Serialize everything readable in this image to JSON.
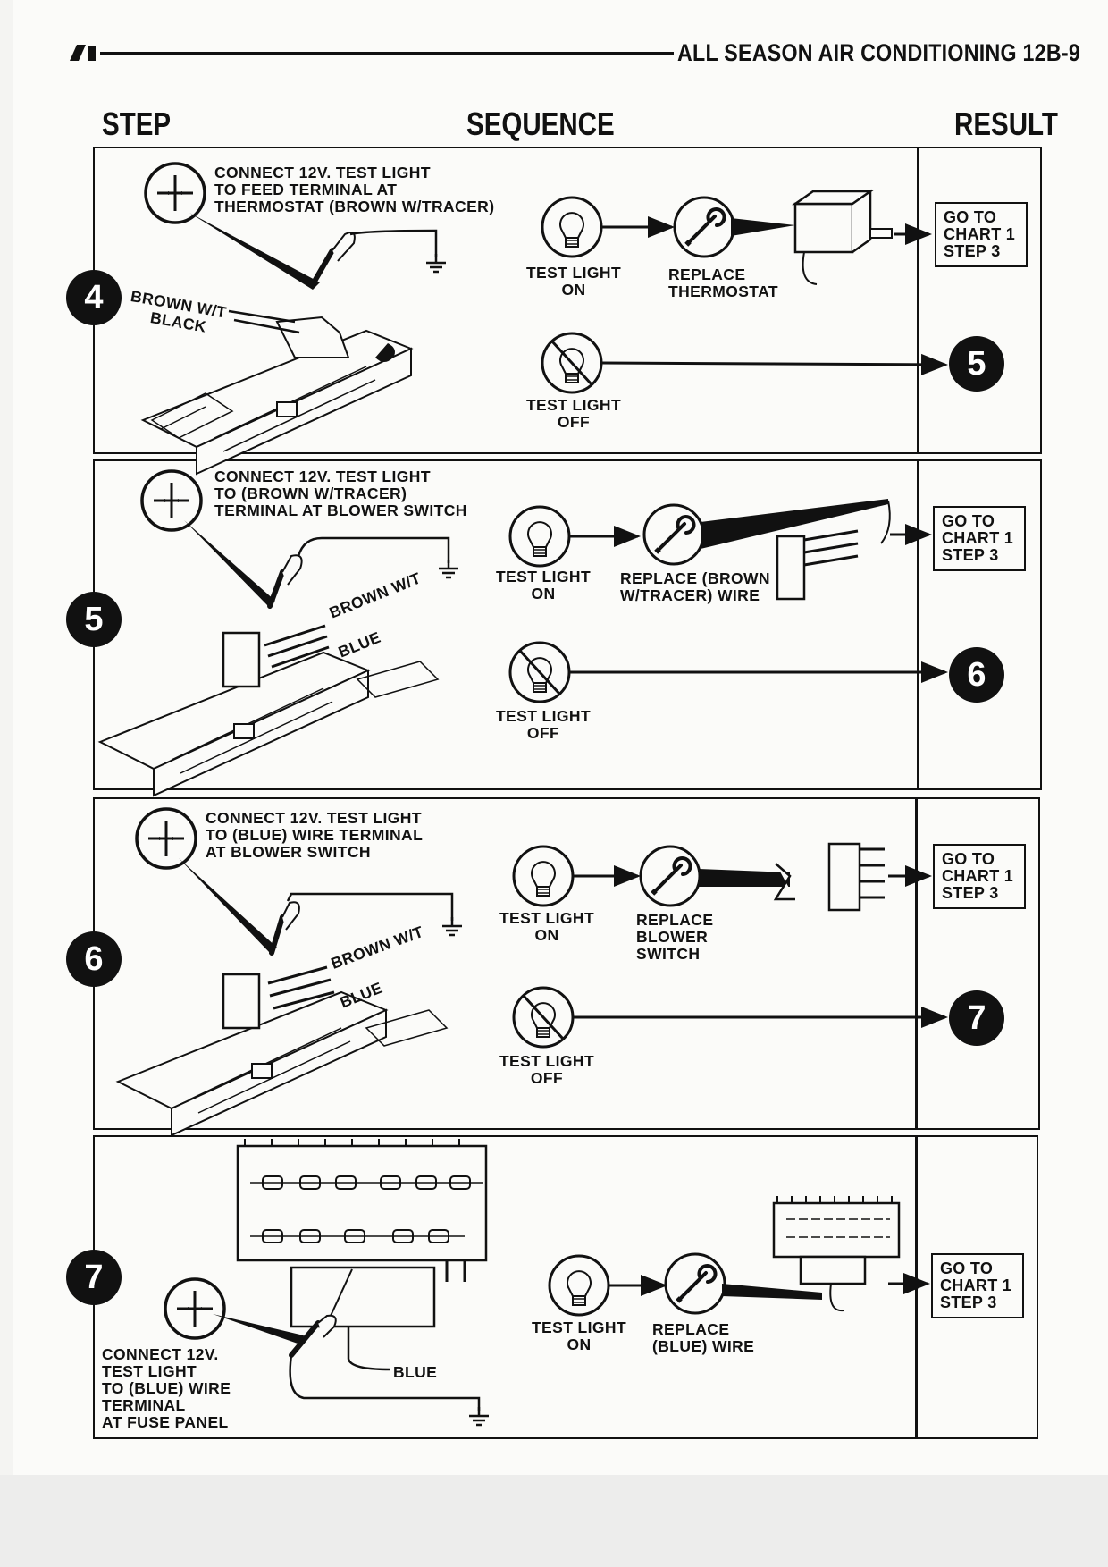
{
  "header": {
    "title": "ALL SEASON AIR CONDITIONING 12B-9"
  },
  "columns": {
    "step": "STEP",
    "sequence": "SEQUENCE",
    "result": "RESULT"
  },
  "steps": [
    {
      "number": "4",
      "instruction": "CONNECT 12V. TEST LIGHT\nTO FEED TERMINAL AT\nTHERMOSTAT (BROWN W/TRACER)",
      "wire_labels": [
        "BROWN W/T",
        "BLACK"
      ],
      "on_label": "TEST LIGHT\nON",
      "action": "REPLACE\nTHERMOSTAT",
      "off_label": "TEST LIGHT\nOFF",
      "result": "GO TO\nCHART 1\nSTEP 3",
      "next_step": "5"
    },
    {
      "number": "5",
      "instruction": "CONNECT 12V. TEST LIGHT\nTO (BROWN W/TRACER)\nTERMINAL AT BLOWER SWITCH",
      "wire_labels": [
        "BROWN W/T",
        "BLUE"
      ],
      "on_label": "TEST LIGHT\nON",
      "action": "REPLACE (BROWN\nW/TRACER) WIRE",
      "off_label": "TEST LIGHT\nOFF",
      "result": "GO TO\nCHART 1\nSTEP 3",
      "next_step": "6"
    },
    {
      "number": "6",
      "instruction": "CONNECT 12V. TEST LIGHT\nTO (BLUE) WIRE TERMINAL\nAT BLOWER SWITCH",
      "wire_labels": [
        "BROWN W/T",
        "BLUE"
      ],
      "on_label": "TEST LIGHT\nON",
      "action": "REPLACE\nBLOWER\nSWITCH",
      "off_label": "TEST LIGHT\nOFF",
      "result": "GO TO\nCHART 1\nSTEP 3",
      "next_step": "7"
    },
    {
      "number": "7",
      "instruction": "CONNECT 12V.\nTEST LIGHT\nTO (BLUE) WIRE\nTERMINAL\nAT FUSE PANEL",
      "wire_labels": [
        "BLUE"
      ],
      "on_label": "TEST LIGHT\nON",
      "action": "REPLACE\n(BLUE) WIRE",
      "result": "GO TO\nCHART 1\nSTEP 3"
    }
  ],
  "icons": [
    "test-light-probe-icon",
    "bulb-icon",
    "bulb-off-icon",
    "wrench-icon",
    "ground-icon",
    "arrow-icon"
  ]
}
